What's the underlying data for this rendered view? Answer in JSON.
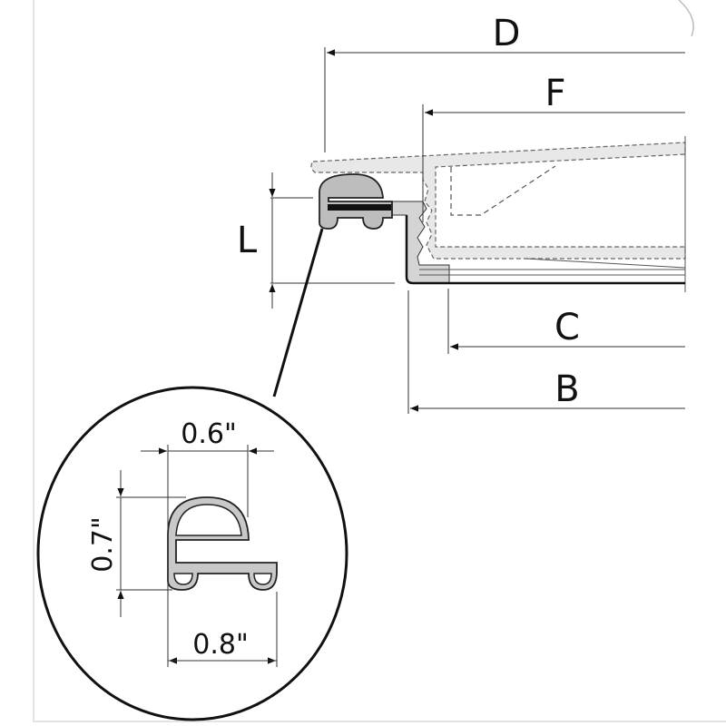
{
  "diagram": {
    "dimension_labels": {
      "D": "D",
      "F": "F",
      "L": "L",
      "C": "C",
      "B": "B"
    },
    "detail_measurements": {
      "width_top": "0.6\"",
      "height": "0.7\"",
      "width_bottom": "0.8\""
    },
    "colors": {
      "profile_fill": "#c8c8c8",
      "lid_fill": "#e6e6e6",
      "outline": "#111111"
    }
  }
}
